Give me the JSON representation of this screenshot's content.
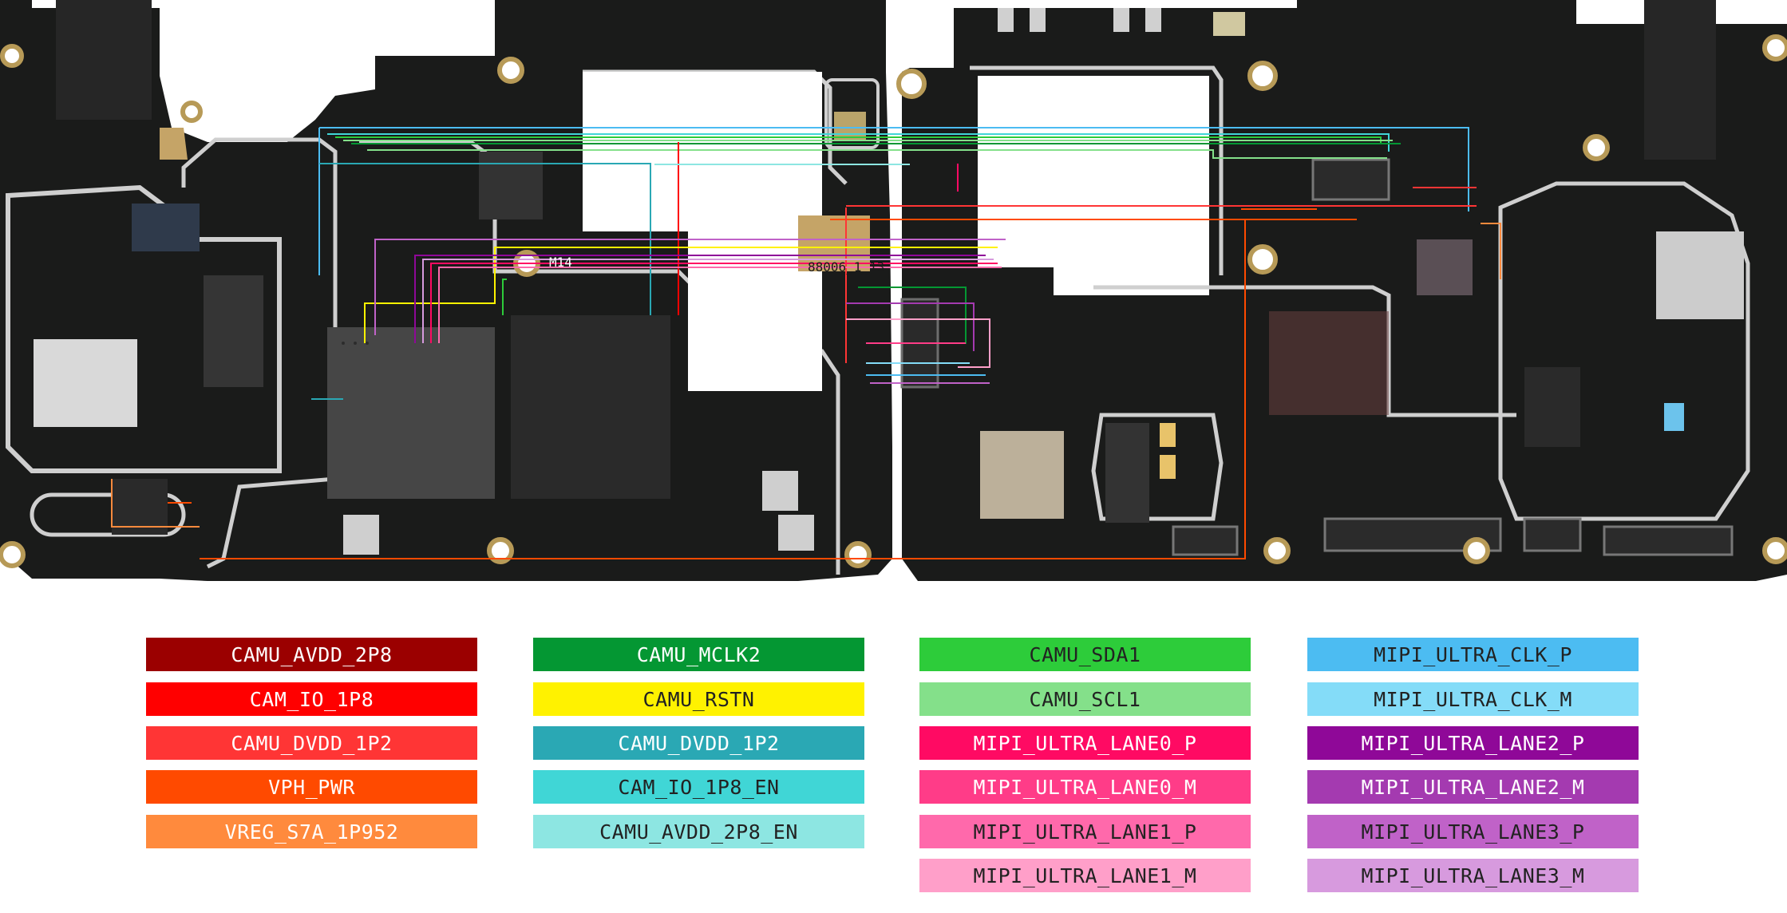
{
  "board": {
    "labels": [
      {
        "id": "m14",
        "text": "M14"
      },
      {
        "id": "conn",
        "text": "88006_1_13"
      }
    ]
  },
  "legend": [
    {
      "label": "CAMU_AVDD_2P8",
      "color": "#9b0000",
      "text_color": "#ffffff"
    },
    {
      "label": "CAM_IO_1P8",
      "color": "#ff0000",
      "text_color": "#ffffff"
    },
    {
      "label": "CAMU_DVDD_1P2",
      "color": "#ff3535",
      "text_color": "#ffffff"
    },
    {
      "label": "VPH_PWR",
      "color": "#ff4a00",
      "text_color": "#ffffff"
    },
    {
      "label": "VREG_S7A_1P952",
      "color": "#ff8a3d",
      "text_color": "#ffffff"
    },
    {
      "label": "CAMU_MCLK2",
      "color": "#049733",
      "text_color": "#ffffff"
    },
    {
      "label": "CAMU_RSTN",
      "color": "#fff200",
      "text_color": "#222222"
    },
    {
      "label": "CAMU_DVDD_1P2",
      "color": "#2aa8b4",
      "text_color": "#ffffff"
    },
    {
      "label": "CAM_IO_1P8_EN",
      "color": "#40d6d6",
      "text_color": "#222222"
    },
    {
      "label": "CAMU_AVDD_2P8_EN",
      "color": "#8de6e2",
      "text_color": "#222222"
    },
    {
      "label": "CAMU_SDA1",
      "color": "#2dcc3a",
      "text_color": "#222222"
    },
    {
      "label": "CAMU_SCL1",
      "color": "#84e08a",
      "text_color": "#222222"
    },
    {
      "label": "MIPI_ULTRA_LANE0_P",
      "color": "#ff0a63",
      "text_color": "#ffffff"
    },
    {
      "label": "MIPI_ULTRA_LANE0_M",
      "color": "#ff3c88",
      "text_color": "#ffffff"
    },
    {
      "label": "MIPI_ULTRA_LANE1_P",
      "color": "#ff69ab",
      "text_color": "#222222"
    },
    {
      "label": "MIPI_ULTRA_LANE1_M",
      "color": "#ff9fc9",
      "text_color": "#222222"
    },
    {
      "label": "MIPI_ULTRA_CLK_P",
      "color": "#4cbcf2",
      "text_color": "#222222"
    },
    {
      "label": "MIPI_ULTRA_CLK_M",
      "color": "#84dcf8",
      "text_color": "#222222"
    },
    {
      "label": "MIPI_ULTRA_LANE2_P",
      "color": "#8f0898",
      "text_color": "#ffffff"
    },
    {
      "label": "MIPI_ULTRA_LANE2_M",
      "color": "#a43ab0",
      "text_color": "#ffffff"
    },
    {
      "label": "MIPI_ULTRA_LANE3_P",
      "color": "#c062c8",
      "text_color": "#222222"
    },
    {
      "label": "MIPI_ULTRA_LANE3_M",
      "color": "#d79ade",
      "text_color": "#222222"
    }
  ]
}
